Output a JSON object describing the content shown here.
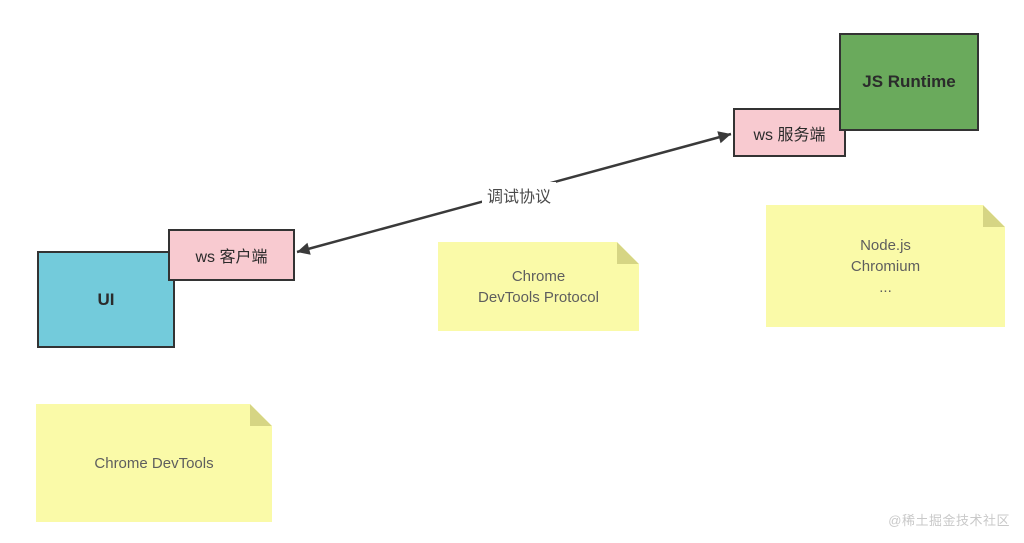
{
  "diagram": {
    "boxes": {
      "ui": {
        "label": "UI"
      },
      "ws_client": {
        "label": "ws 客户端"
      },
      "ws_server": {
        "label": "ws 服务端"
      },
      "js_runtime": {
        "label": "JS Runtime"
      }
    },
    "arrow": {
      "label": "调试协议",
      "direction": "double-headed"
    },
    "notes": [
      {
        "id": "chrome-devtools",
        "lines": [
          "Chrome DevTools"
        ]
      },
      {
        "id": "chrome-devtools-protocol",
        "lines": [
          "Chrome",
          "DevTools Protocol"
        ]
      },
      {
        "id": "nodejs-chromium",
        "lines": [
          "Node.js",
          "Chromium",
          "..."
        ]
      }
    ],
    "watermark": "@稀土掘金技术社区",
    "colors": {
      "box_border": "#333333",
      "ui_fill": "#73cbdb",
      "ws_fill": "#f8cad0",
      "runtime_fill": "#6aaa5c",
      "note_fill": "#fafaa8",
      "note_fold": "#d6d584",
      "arrow_stroke": "#3a3a3a",
      "watermark_text": "#c9c9c9"
    }
  }
}
